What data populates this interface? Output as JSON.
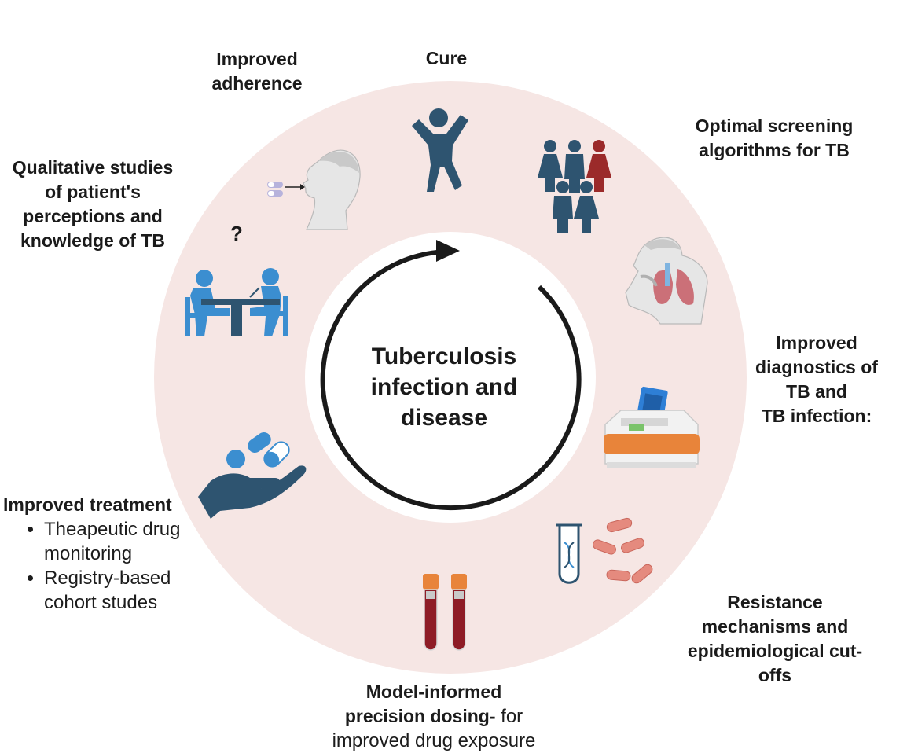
{
  "center": {
    "lines": [
      "Tuberculosis",
      "infection and",
      "disease"
    ]
  },
  "labels": {
    "adherence": [
      "Improved",
      "adherence"
    ],
    "cure": [
      "Cure"
    ],
    "screening": [
      "Optimal screening",
      "algorithms for TB"
    ],
    "qualitative": [
      "Qualitative studies",
      "of patient's",
      "perceptions and",
      "knowledge of TB"
    ],
    "question_mark": "?",
    "diagnostics": [
      "Improved",
      "diagnostics of",
      "TB and",
      "TB infection:"
    ],
    "resistance": [
      "Resistance",
      "mechanisms and",
      "epidemiological cut-",
      "offs"
    ]
  },
  "treatment": {
    "heading": "Improved treatment",
    "bullets": [
      [
        "Theapeutic drug",
        "monitoring"
      ],
      [
        "Registry-based",
        "cohort studes"
      ]
    ]
  },
  "dosing": {
    "bold_line1": "Model-informed",
    "bold_line2": "precision dosing-",
    "regular_line2": " for",
    "regular_line3": "improved drug exposure"
  },
  "colors": {
    "ring": "#f6e6e4",
    "arrow": "#1a1a1a",
    "icon_navy": "#2e5470",
    "icon_blue": "#3b8ed0",
    "icon_red": "#9b2a2a",
    "skin": "#e6e6e6",
    "orange": "#e8843a",
    "bacteria": "#e58a7e",
    "blood": "#8e1c26"
  },
  "icons": [
    "person-taking-pills-icon",
    "cheering-person-icon",
    "people-group-icon",
    "coughing-person-lungs-icon",
    "consultation-icon",
    "pills-hand-icon",
    "diagnostic-machine-icon",
    "dna-tube-bacteria-icon",
    "blood-tubes-icon"
  ]
}
